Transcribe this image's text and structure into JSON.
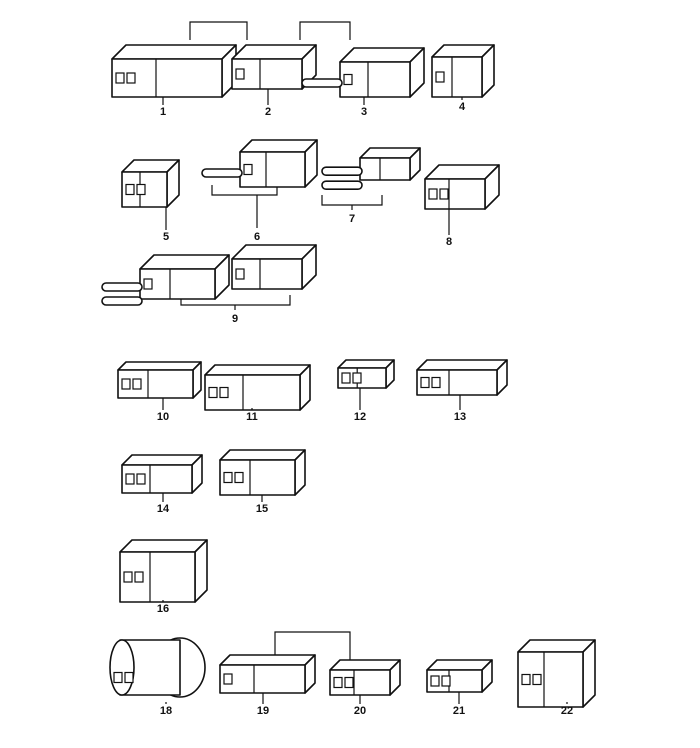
{
  "diagram": {
    "title": "Connector parts diagram",
    "parts": [
      {
        "label": "1",
        "type": "double-clip-connector-housing"
      },
      {
        "label": "2",
        "type": "connector-cover"
      },
      {
        "label": "3",
        "type": "connector-with-pins"
      },
      {
        "label": "4",
        "type": "single-clip-housing"
      },
      {
        "label": "5",
        "type": "latched-housing"
      },
      {
        "label": "6",
        "type": "housing-with-pin"
      },
      {
        "label": "7",
        "type": "flat-housing-with-cable"
      },
      {
        "label": "8",
        "type": "double-latched-housing"
      },
      {
        "label": "9",
        "type": "housing-pair-with-pins"
      },
      {
        "label": "10",
        "type": "two-pin-housing"
      },
      {
        "label": "11",
        "type": "large-two-pin-housing"
      },
      {
        "label": "12",
        "type": "small-sleeve"
      },
      {
        "label": "13",
        "type": "dual-sleeve"
      },
      {
        "label": "14",
        "type": "stepped-housing"
      },
      {
        "label": "15",
        "type": "square-housing"
      },
      {
        "label": "16",
        "type": "sealed-housing"
      },
      {
        "label": "18",
        "type": "round-sealed-housing"
      },
      {
        "label": "19",
        "type": "male-housing"
      },
      {
        "label": "20",
        "type": "female-sleeve"
      },
      {
        "label": "21",
        "type": "female-sleeve-small"
      },
      {
        "label": "22",
        "type": "angled-housing"
      }
    ]
  }
}
